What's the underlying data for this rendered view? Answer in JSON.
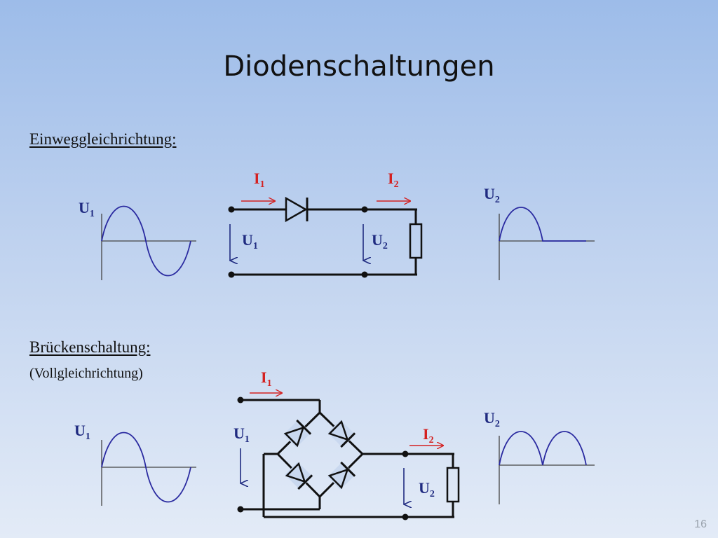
{
  "slide": {
    "title": "Diodenschaltungen",
    "page_number": "16"
  },
  "half_wave": {
    "heading": "Einweggleichrichtung:",
    "input_wave_label": {
      "base": "U",
      "sub": "1"
    },
    "output_wave_label": {
      "base": "U",
      "sub": "2"
    },
    "current_in_label": {
      "base": "I",
      "sub": "1"
    },
    "current_out_label": {
      "base": "I",
      "sub": "2"
    },
    "voltage_in_label": {
      "base": "U",
      "sub": "1"
    },
    "voltage_out_label": {
      "base": "U",
      "sub": "2"
    }
  },
  "bridge": {
    "heading": "Brückenschaltung:",
    "subheading": "(Vollgleichrichtung)",
    "input_wave_label": {
      "base": "U",
      "sub": "1"
    },
    "output_wave_label": {
      "base": "U",
      "sub": "2"
    },
    "current_in_label": {
      "base": "I",
      "sub": "1"
    },
    "current_out_label": {
      "base": "I",
      "sub": "2"
    },
    "voltage_in_label": {
      "base": "U",
      "sub": "1"
    },
    "voltage_out_label": {
      "base": "U",
      "sub": "2"
    }
  },
  "colors": {
    "wire": "#111111",
    "wave": "#2a2aa0",
    "voltage_label": "#1f2a80",
    "current_label": "#d42020"
  }
}
